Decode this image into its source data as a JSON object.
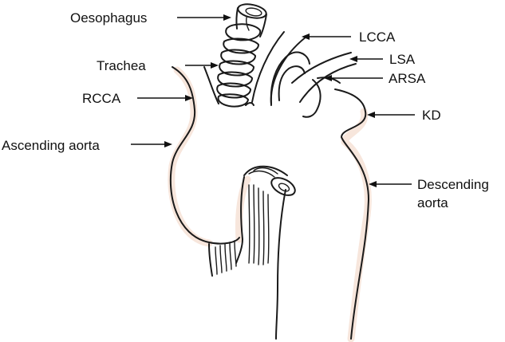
{
  "colors": {
    "outline": "#1a1a1a",
    "shading": "#f7e6dc",
    "background": "#ffffff"
  },
  "labels": {
    "oesophagus": "Oesophagus",
    "trachea": "Trachea",
    "rcca": "RCCA",
    "ascending_aorta": "Ascending aorta",
    "lcca": "LCCA",
    "lsa": "LSA",
    "arsa": "ARSA",
    "kd": "KD",
    "descending_aorta_line1": "Descending",
    "descending_aorta_line2": "aorta"
  }
}
